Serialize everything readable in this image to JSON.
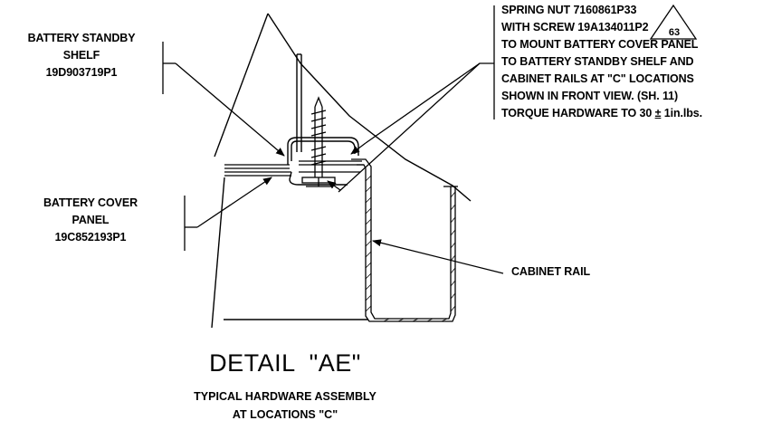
{
  "detail": {
    "title": "DETAIL  \"AE\"",
    "subtitle_line1": "TYPICAL HARDWARE ASSEMBLY",
    "subtitle_line2": "AT LOCATIONS \"C\""
  },
  "callouts": {
    "battery_shelf": {
      "line1": "BATTERY STANDBY",
      "line2": "SHELF",
      "line3": "19D903719P1"
    },
    "battery_cover": {
      "line1": "BATTERY COVER",
      "line2": "PANEL",
      "line3": "19C852193P1"
    },
    "spring_nut": {
      "line1": "SPRING NUT 7160861P33",
      "line2": "WITH SCREW 19A134011P2",
      "line3": "TO MOUNT BATTERY COVER PANEL",
      "line4": "TO BATTERY STANDBY SHELF AND",
      "line5": "CABINET RAILS AT \"C\" LOCATIONS",
      "line6": "SHOWN IN FRONT VIEW. (SH. 11)",
      "line7_prefix": "TORQUE HARDWARE TO 30 ",
      "line7_pm": "±",
      "line7_suffix": " 1in.lbs.",
      "flag_note": "63"
    },
    "cabinet_rail": {
      "label": "CABINET RAIL"
    }
  }
}
